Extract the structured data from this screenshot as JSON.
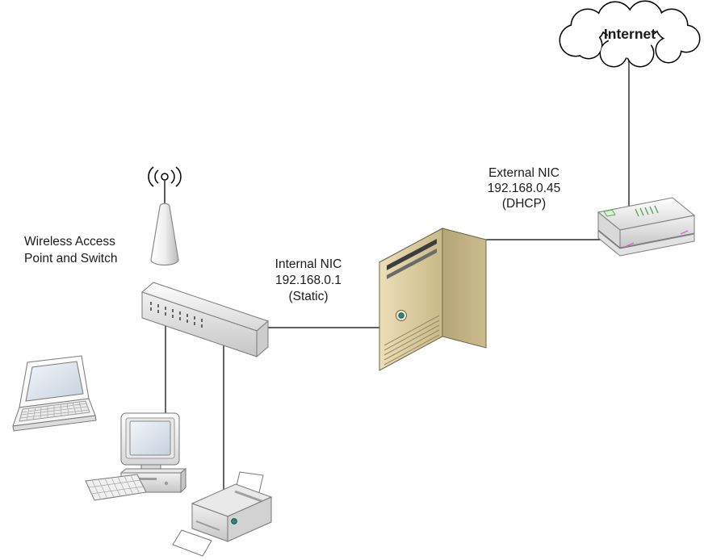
{
  "diagram": {
    "internet_label": "Internet",
    "labels": {
      "external_nic": {
        "line1": "External NIC",
        "line2": "192.168.0.45",
        "line3": "(DHCP)"
      },
      "internal_nic": {
        "line1": "Internal NIC",
        "line2": "192.168.0.1",
        "line3": "(Static)"
      },
      "wireless_ap": {
        "line1": "Wireless Access",
        "line2": "Point and Switch"
      }
    },
    "icons": {
      "internet_cloud": "cloud-icon",
      "router": "router-icon",
      "server": "server-tower-icon",
      "switch": "network-switch-icon",
      "wireless_access_point": "wireless-access-point-icon",
      "laptop": "laptop-icon",
      "desktop": "desktop-computer-icon",
      "printer": "printer-icon"
    },
    "colors": {
      "line": "#000000",
      "text": "#1a1a1a",
      "server_body": "#d8cb9d",
      "accent_teal": "#2e8476",
      "accent_green": "#57a557",
      "accent_magenta": "#e25fd2"
    }
  }
}
